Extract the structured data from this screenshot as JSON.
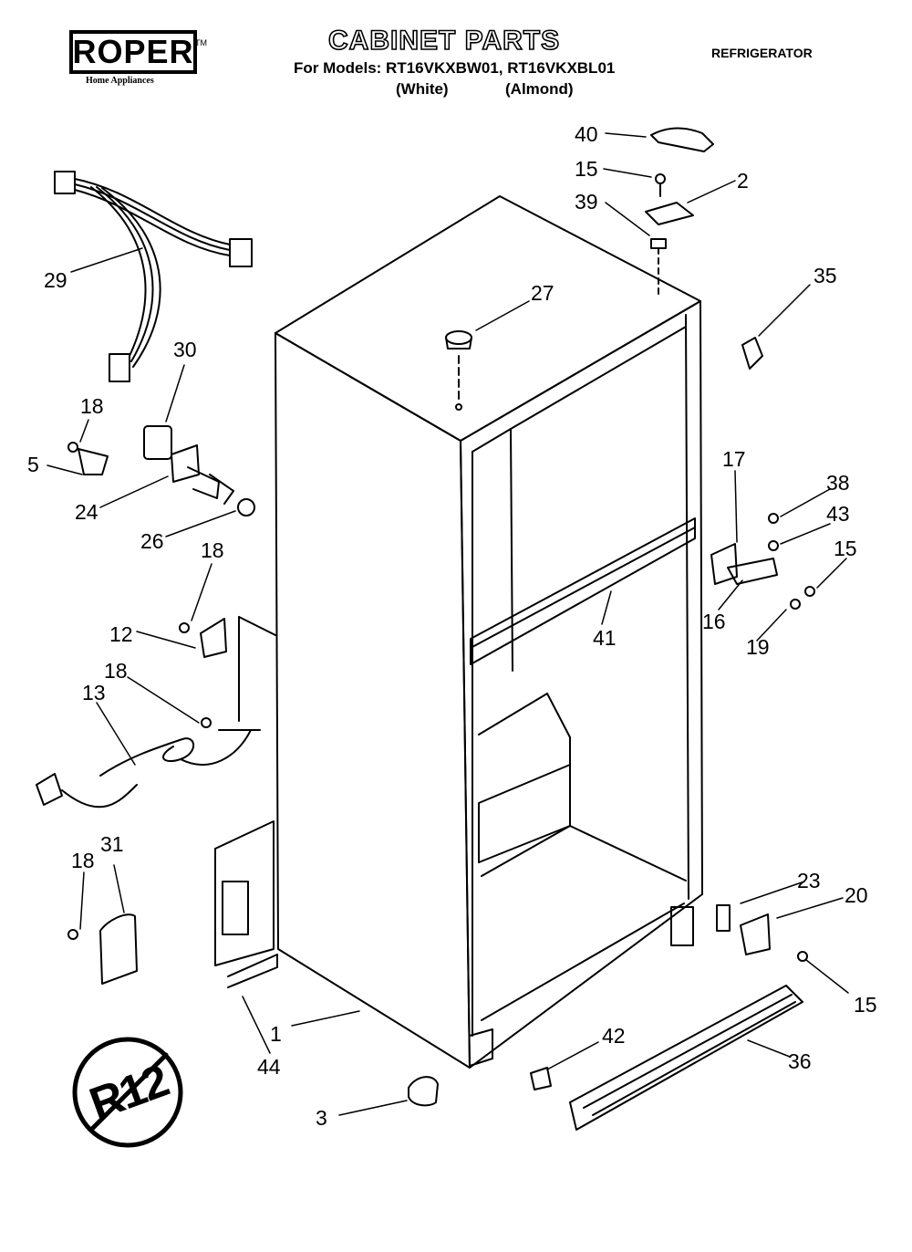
{
  "header": {
    "brand": "ROPER",
    "brand_tm": "TM",
    "brand_tagline": "Home Appliances",
    "title": "CABINET PARTS",
    "models_line": "For Models: RT16VKXBW01, RT16VKXBL01",
    "variant_white": "(White)",
    "variant_almond": "(Almond)",
    "appliance": "REFRIGERATOR"
  },
  "badge": {
    "text": "R12",
    "meaning": "no-r12-symbol"
  },
  "callouts": {
    "c40": "40",
    "c15a": "15",
    "c2": "2",
    "c39": "39",
    "c35": "35",
    "c27": "27",
    "c29": "29",
    "c30": "30",
    "c18a": "18",
    "c5": "5",
    "c24": "24",
    "c26": "26",
    "c18b": "18",
    "c12": "12",
    "c18c": "18",
    "c13": "13",
    "c17": "17",
    "c38": "38",
    "c43": "43",
    "c15b": "15",
    "c16": "16",
    "c19": "19",
    "c41": "41",
    "c18d": "18",
    "c31": "31",
    "c23": "23",
    "c20": "20",
    "c15c": "15",
    "c1": "1",
    "c44": "44",
    "c42": "42",
    "c36": "36",
    "c3": "3"
  }
}
